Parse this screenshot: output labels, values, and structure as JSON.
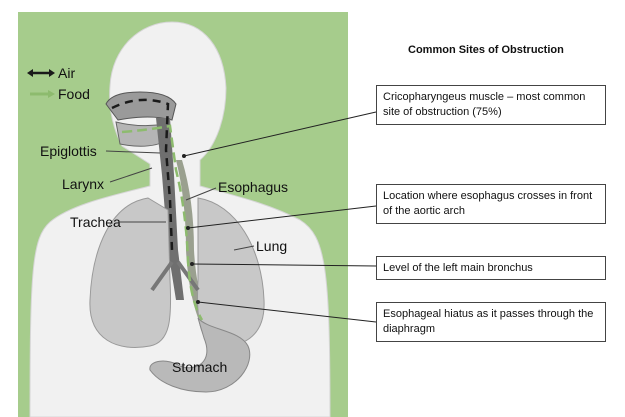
{
  "legend": {
    "air": "Air",
    "food": "Food"
  },
  "title": "Common Sites of Obstruction",
  "labels": {
    "epiglottis": "Epiglottis",
    "larynx": "Larynx",
    "trachea": "Trachea",
    "esophagus": "Esophagus",
    "lung": "Lung",
    "stomach": "Stomach"
  },
  "callouts": [
    {
      "text": "Cricopharyngeus muscle – most common site of obstruction (75%)"
    },
    {
      "text": "Location where esophagus crosses in front of the aortic arch"
    },
    {
      "text": "Level of the left main bronchus"
    },
    {
      "text": "Esophageal hiatus as it passes through the diaphragm"
    }
  ],
  "colors": {
    "background_panel": "#a6cc8c",
    "body": "#f1f1f1",
    "lung": "#c8c8c8",
    "food_arrow": "#8dbb6e",
    "air_arrow": "#1a1a1a"
  }
}
